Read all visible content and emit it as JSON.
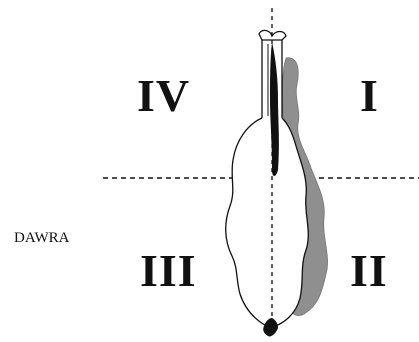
{
  "diagram": {
    "side_label": "DAWRA",
    "quadrants": {
      "top_left": "IV",
      "top_right": "I",
      "bottom_left": "III",
      "bottom_right": "II"
    }
  }
}
